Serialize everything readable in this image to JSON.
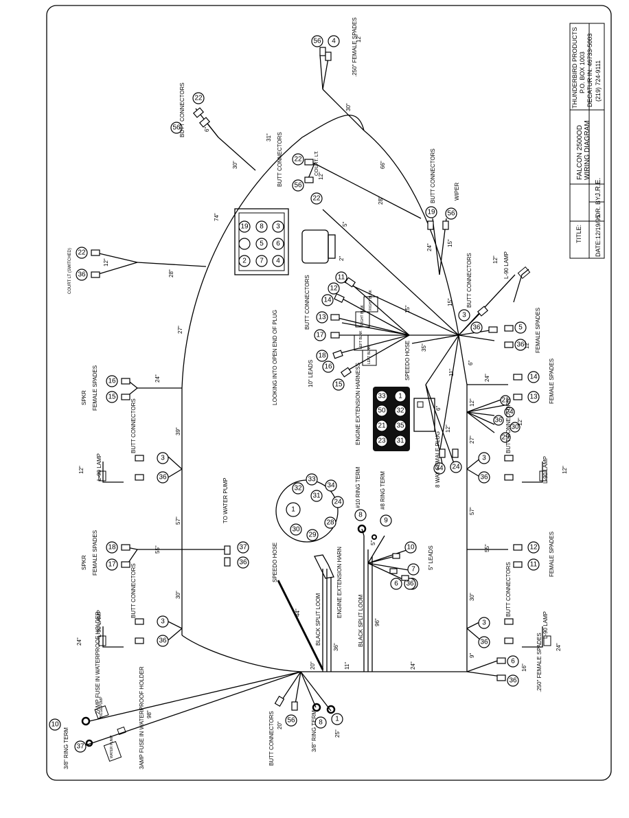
{
  "title_block": {
    "title_label": "TITLE:",
    "title_line1": "FALCON 2500OD",
    "title_line2": "WIRING DIAGRAM",
    "company": "THUNDERBIRD PRODUCTS",
    "po_box": "P.O. BOX 1003",
    "city": "DECATUR IN. 46733-5003",
    "phone": "(219) 724-9111",
    "date_label": "DATE:",
    "date": "12/19/95",
    "drawn_label": "DR. BY:",
    "drawn_by": "J.R.E."
  },
  "labels": {
    "butt_connectors": "BUTT CONNECTORS",
    "butt": "BUTT",
    "connectors": "CONNECTORS",
    "female_spades": "FEMALE SPADES",
    "female_spades_250": ".250\" FEMALE SPADES",
    "spkr": "SPKR",
    "l90_lamp": "L-90 LAMP",
    "to_water_pump": "TO WATER PUMP",
    "looking_into": "LOOKING INTO OPEN END OF PLUG",
    "ten_leads": "10\" LEADS",
    "five_leads": "5\" LEADS",
    "courtesy_lt_switched": "COURT LT (SWITCHED)",
    "court_lt": "COURT. LT.",
    "wiper": "WIPER",
    "speedo_hose": "SPEEDO HOSE",
    "speedo_hose_2": "SPEEDO HOSE",
    "engine_ext_harness": "ENGINE EXTENSION HARNESS",
    "engine_ext_harn": "ENGINE EXTENSION HARN",
    "black_split_loom": "BLACK SPLIT LOOM",
    "eight_way_plug": "8 WAY FEMALE PLUG",
    "ring_10": "#10 RING TERM",
    "ring_8": "#8 RING TERM",
    "ring_38": "3/8\" RING TERM",
    "fuse_2amp": "2AMP FUSE IN WATERPROOF HOLDER",
    "fuse_3amp": "3AMP FUSE IN WATERPROOF HOLDER",
    "bilge_pump": "BILGE PUMP",
    "water_pump": "WATER PUMP",
    "right_blink": "RIGHT BLNK",
    "right_blink2": "RIGHT BLNK",
    "left_blink": "LEFT BLNK",
    "left_blink2": "LEFT BLNK"
  },
  "dims": {
    "d74": "74\"",
    "d30a": "30\"",
    "d31": "31\"",
    "d30b": "30\"",
    "d66": "66\"",
    "d28a": "28\"",
    "d28b": "28\"",
    "d27a": "27\"",
    "d24a": "24\"",
    "d39": "39\"",
    "d57a": "57\"",
    "d55a": "55\"",
    "d30c": "30\"",
    "d24b": "24\"",
    "d20": "20\"",
    "d11": "11\"",
    "d24c": "24\"",
    "d9": "9\"",
    "d30d": "30\"",
    "d55b": "55\"",
    "d57b": "57\"",
    "d27b": "27\"",
    "d24d": "24\"",
    "d12a": "12\"",
    "d12b": "12\"",
    "d12c": "12\"",
    "d6a": "6\"",
    "d6b": "6\"",
    "d11b": "11\"",
    "d35": "35\"",
    "d15a": "15\"",
    "d15b": "15\"",
    "d15c": "15\"",
    "d24e": "24\"",
    "d5a": "5\"",
    "d2": "2\"",
    "d12d": "12\"",
    "d12e": "12\"",
    "d12f": "12\"",
    "d6c": "6\"",
    "d12g": "12\"",
    "d24f": "24\"",
    "d12h": "12\"",
    "d44": "44\"",
    "d36": "36\"",
    "d96": "96\"",
    "d98": "98\"",
    "d20b": "20\"",
    "d25": "25\"",
    "d16": "16\"",
    "d5b": "5\"",
    "d12i": "12\"",
    "d24g": "24\"",
    "d12j": "12\""
  },
  "plug_big": [
    "19",
    "8",
    "5",
    "7",
    "6",
    "3",
    "2",
    "4"
  ],
  "plug_round": [
    "1",
    "30",
    "29",
    "28",
    "32",
    "33",
    "31",
    "34",
    "24"
  ],
  "engine_plug": [
    "33",
    "50",
    "32",
    "35",
    "31",
    "21",
    "23",
    "1"
  ],
  "pins": {
    "p56a": "56",
    "p4a": "4",
    "p22a": "22",
    "p56b": "56",
    "p22b": "22",
    "p56c": "56",
    "p22c": "22",
    "p19": "19",
    "p56d": "56",
    "p22d": "22",
    "p36a": "36",
    "p11": "11",
    "p12": "12",
    "p14": "14",
    "p13": "13",
    "p17": "17",
    "p18": "18",
    "p16": "16",
    "p15": "15",
    "p3a": "3",
    "p36b": "36",
    "p5": "5",
    "p36c": "36",
    "p16b": "16",
    "p15b": "15",
    "p3b": "3",
    "p36d": "36",
    "p18b": "18",
    "p17b": "17",
    "p36e": "36",
    "p37": "37",
    "p3c": "3",
    "p36f": "36",
    "p14b": "14",
    "p13b": "13",
    "p21": "21",
    "p36g": "36",
    "p24": "24",
    "p29": "29",
    "p30": "30",
    "p3d": "3",
    "p36h": "36",
    "p12b": "12",
    "p11b": "11",
    "p3e": "3",
    "p36i": "36",
    "p6": "6",
    "p36j": "36",
    "p34": "34",
    "p24b": "24",
    "p8": "8",
    "p9": "9",
    "p10": "10",
    "p7": "7",
    "p6b": "6",
    "p36k": "36",
    "p10b": "10",
    "p37b": "37",
    "p8b": "8",
    "p1": "1",
    "p56e": "56"
  }
}
